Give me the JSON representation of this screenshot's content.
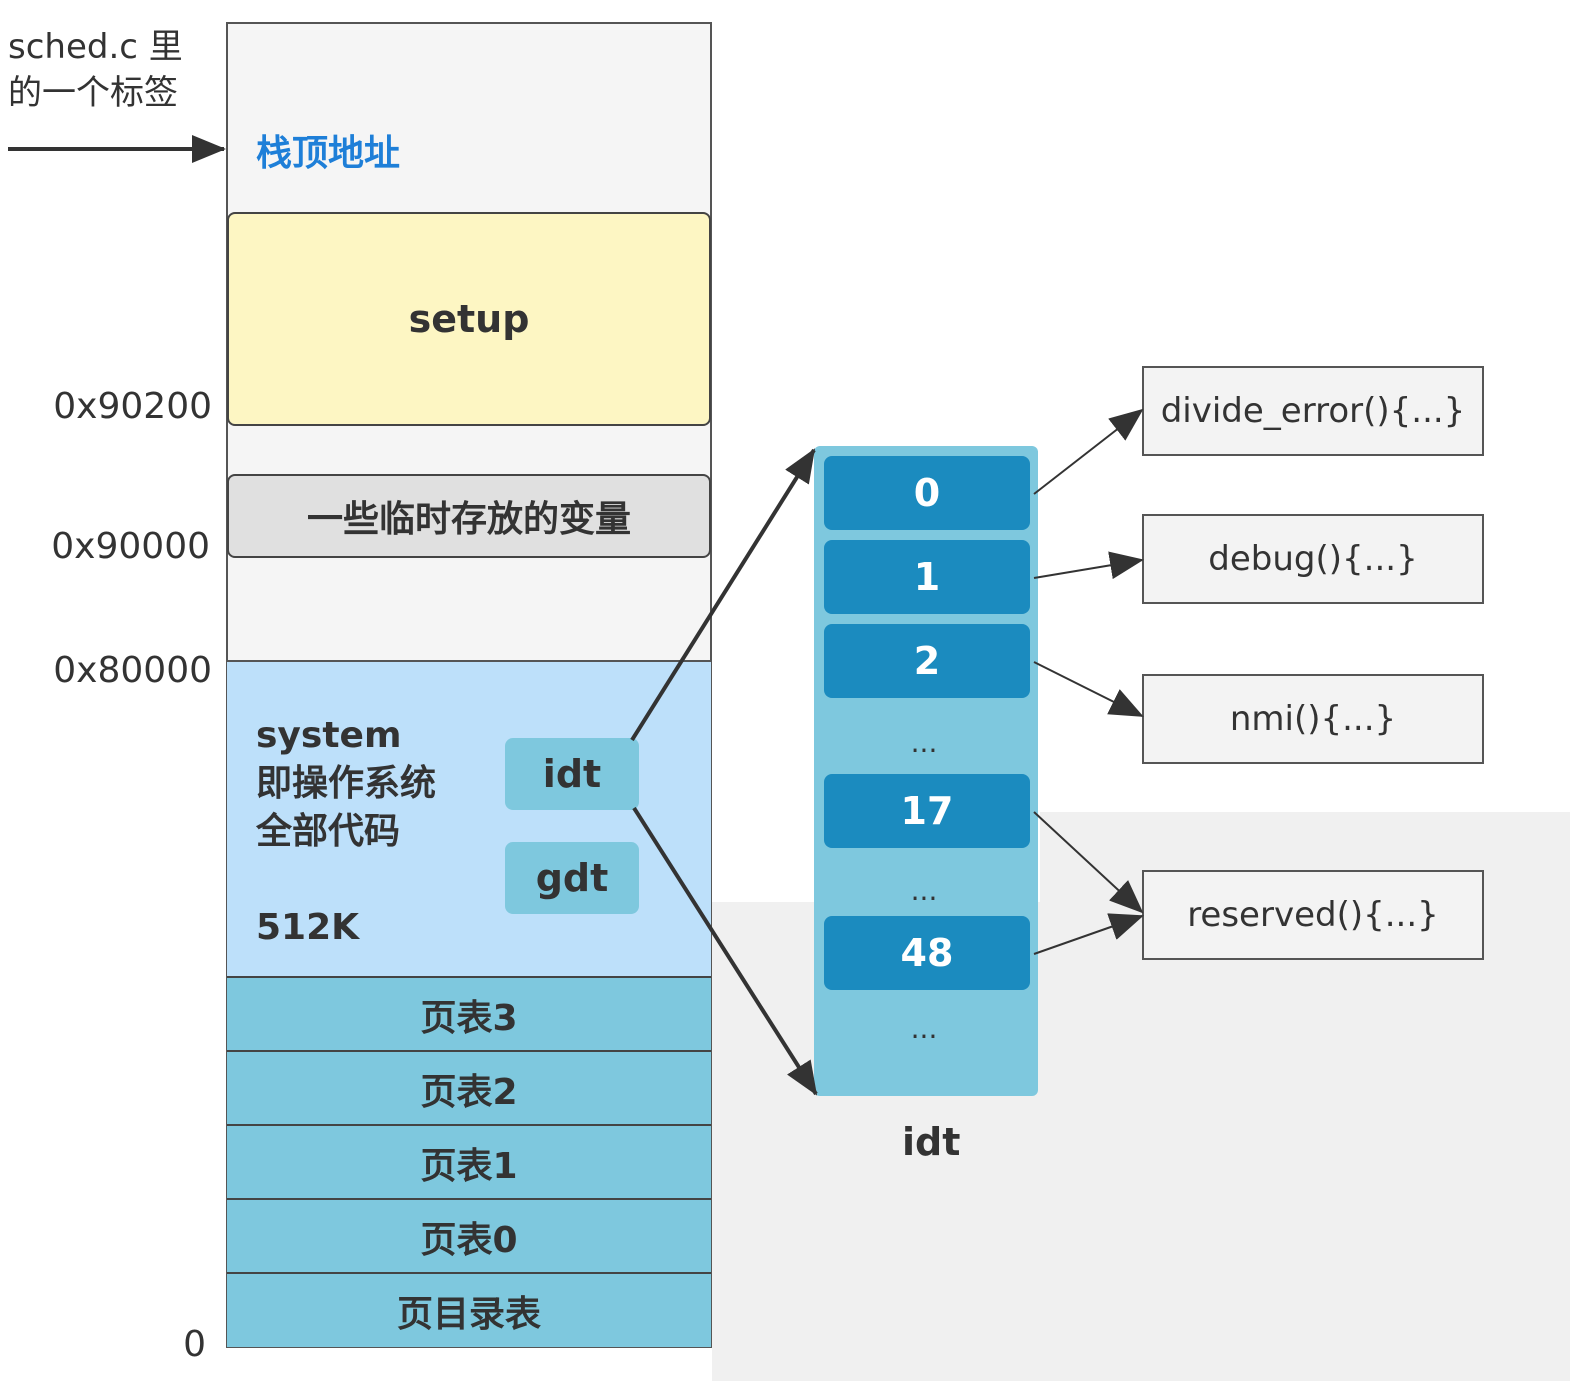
{
  "labels": {
    "sched_label_line1": "sched.c 里",
    "sched_label_line2": "的一个标签",
    "stack_top": "栈顶地址"
  },
  "memory": {
    "setup": "setup",
    "temp_vars": "一些临时存放的变量",
    "system_line1": "system",
    "system_line2": "即操作系统",
    "system_line3": "全部代码",
    "system_size": "512K",
    "idt_chip": "idt",
    "gdt_chip": "gdt",
    "page_tables": [
      "页表3",
      "页表2",
      "页表1",
      "页表0",
      "页目录表"
    ]
  },
  "addresses": {
    "a90200": "0x90200",
    "a90000": "0x90000",
    "a80000": "0x80000",
    "zero": "0"
  },
  "idt": {
    "entries": [
      "0",
      "1",
      "2",
      "17",
      "48"
    ],
    "ellipsis": "...",
    "caption": "idt"
  },
  "handlers": {
    "divide_error": "divide_error(){...}",
    "debug": "debug(){...}",
    "nmi": "nmi(){...}",
    "reserved": "reserved(){...}"
  },
  "colors": {
    "setup_fill": "#fdf6c3",
    "system_fill": "#bde0fa",
    "page_table_fill": "#7ec8de",
    "idt_entry_fill": "#1b8bbf",
    "stack_label": "#1e7fd8"
  }
}
